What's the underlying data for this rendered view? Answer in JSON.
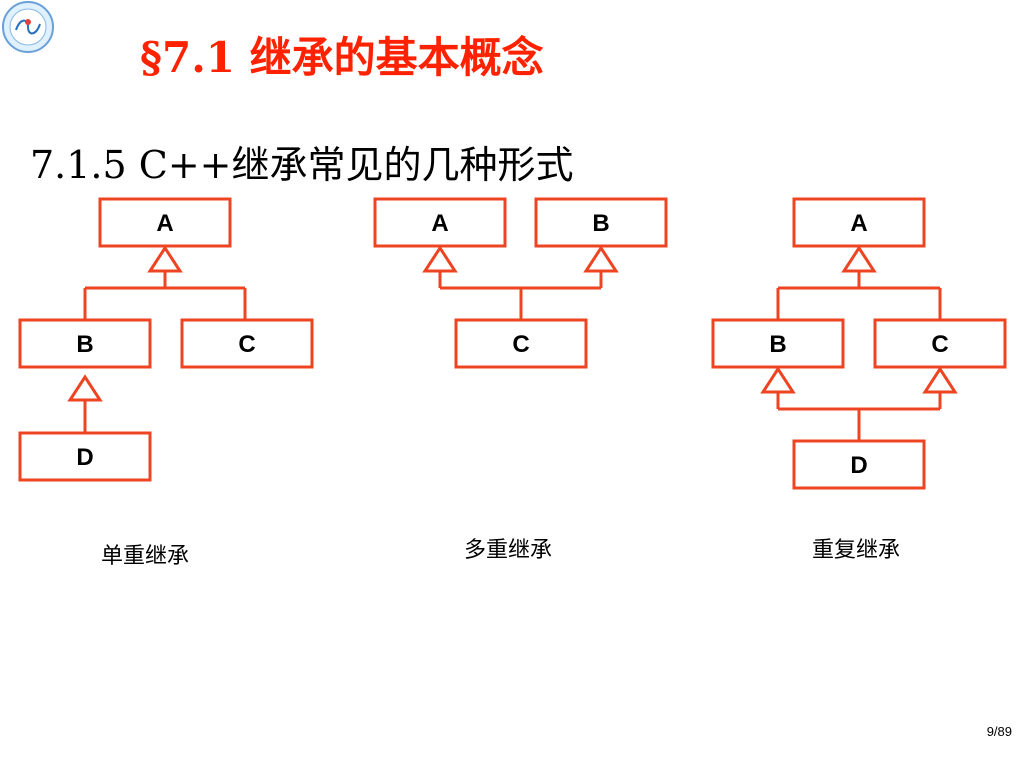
{
  "slide": {
    "title": "§7.1 继承的基本概念",
    "subtitle": "7.1.5 C++继承常见的几种形式",
    "page": "9/89"
  },
  "colors": {
    "accent": "#ff2200",
    "border": "#ee4422",
    "text": "#000000"
  },
  "diagrams": [
    {
      "caption": "单重继承",
      "classes": [
        "A",
        "B",
        "C",
        "D"
      ]
    },
    {
      "caption": "多重继承",
      "classes": [
        "A",
        "B",
        "C"
      ]
    },
    {
      "caption": "重复继承",
      "classes": [
        "A",
        "B",
        "C",
        "D"
      ]
    }
  ]
}
